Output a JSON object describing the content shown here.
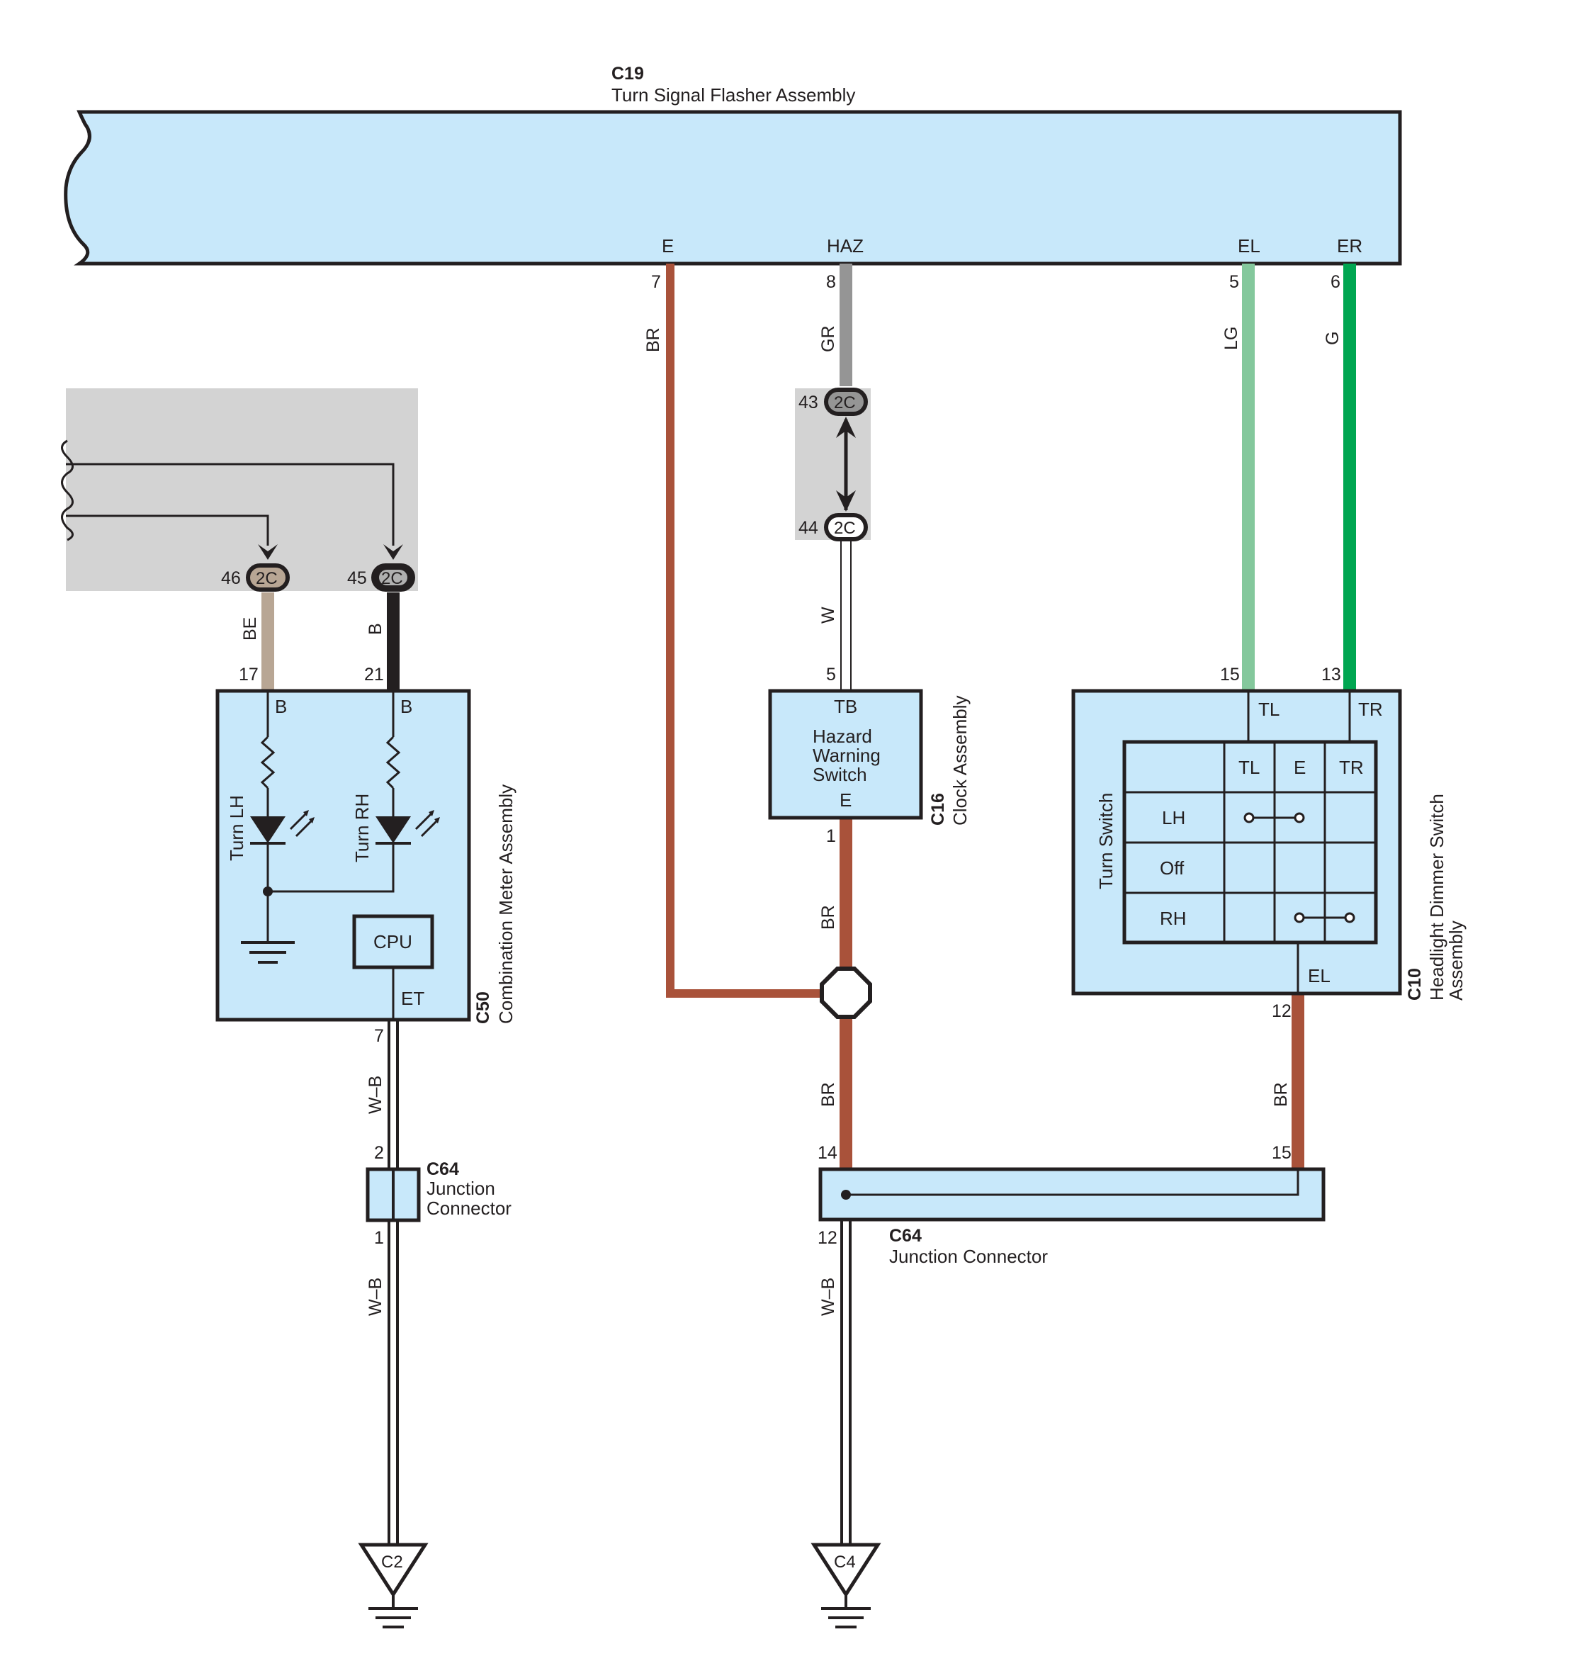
{
  "components": {
    "c19": {
      "code": "C19",
      "name": "Turn Signal Flasher Assembly",
      "pins": {
        "e": "E",
        "haz": "HAZ",
        "el": "EL",
        "er": "ER"
      }
    },
    "c50": {
      "code": "C50",
      "name": "Combination Meter Assembly",
      "pin_b1": "B",
      "pin_b2": "B",
      "lamp_lh": "Turn LH",
      "lamp_rh": "Turn RH",
      "cpu": "CPU",
      "pin_et": "ET"
    },
    "c16": {
      "code": "C16",
      "name": "Clock Assembly",
      "pin_tb": "TB",
      "switch_line1": "Hazard",
      "switch_line2": "Warning",
      "switch_line3": "Switch",
      "pin_e": "E"
    },
    "c10": {
      "code": "C10",
      "name_line1": "Headlight Dimmer Switch",
      "name_line2": "Assembly",
      "pin_tl": "TL",
      "pin_tr": "TR",
      "pin_el": "EL",
      "switch_title": "Turn Switch",
      "table": {
        "headers": [
          "",
          "TL",
          "E",
          "TR"
        ],
        "rows": [
          "LH",
          "Off",
          "RH"
        ]
      }
    },
    "c64_small": {
      "code": "C64",
      "line1": "Junction",
      "line2": "Connector"
    },
    "c64_bar": {
      "code": "C64",
      "name": "Junction Connector"
    }
  },
  "connectors": {
    "j43": "2C",
    "j44": "2C",
    "j46": "2C",
    "j45": "2C"
  },
  "pins": {
    "p7": "7",
    "p8": "8",
    "p5": "5",
    "p6": "6",
    "p43": "43",
    "p44": "44",
    "p46": "46",
    "p45": "45",
    "p17": "17",
    "p21": "21",
    "p5b": "5",
    "p15": "15",
    "p13": "13",
    "p1": "1",
    "p12": "12",
    "p7b": "7",
    "p2": "2",
    "p1b": "1",
    "p14": "14",
    "p15b": "15",
    "p12b": "12"
  },
  "wires": {
    "br1": "BR",
    "gr": "GR",
    "lg": "LG",
    "g": "G",
    "be": "BE",
    "b": "B",
    "w": "W",
    "br2": "BR",
    "br3": "BR",
    "br4": "BR",
    "wb1": "W–B",
    "wb2": "W–B",
    "wb3": "W–B"
  },
  "grounds": {
    "g1": "C2",
    "g2": "C4"
  },
  "colors": {
    "box_fill": "#c8e8fa",
    "br": "#a9523a",
    "gr": "#959595",
    "lg": "#84c89c",
    "g": "#00a651",
    "be": "#b8a694",
    "b": "#231f20",
    "shade": "#d3d3d3"
  }
}
